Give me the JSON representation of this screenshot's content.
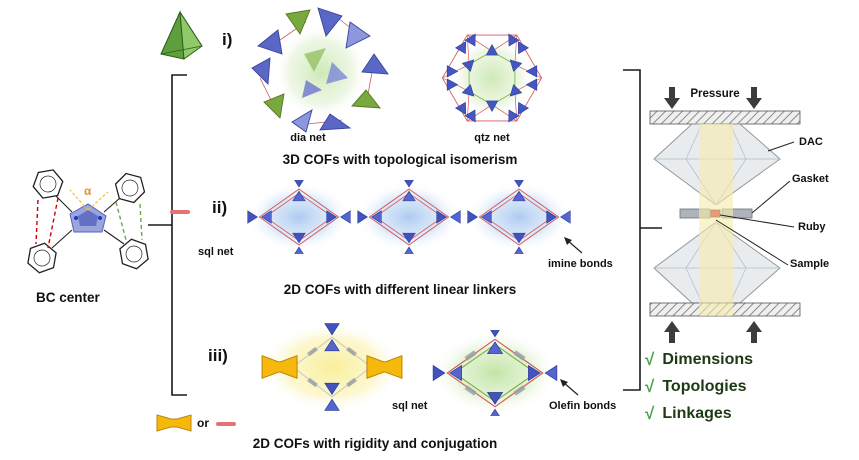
{
  "figure": {
    "bc": {
      "label": "BC center",
      "alpha": "α"
    },
    "row_i": {
      "label": "i)",
      "dia": "dia net",
      "qtz": "qtz net",
      "caption": "3D COFs with topological isomerism"
    },
    "row_ii": {
      "label": "ii)",
      "sql": "sql net",
      "imine": "imine bonds",
      "caption": "2D COFs with different linear linkers"
    },
    "row_iii": {
      "label": "iii)",
      "sql": "sql net",
      "olefin": "Olefin bonds",
      "or": "or",
      "caption": "2D COFs with rigidity and conjugation"
    },
    "dac": {
      "pressure": "Pressure",
      "labels": {
        "dac": "DAC",
        "gasket": "Gasket",
        "ruby": "Ruby",
        "sample": "Sample"
      }
    },
    "checks": [
      {
        "mark": "√",
        "label": "Dimensions"
      },
      {
        "mark": "√",
        "label": "Topologies"
      },
      {
        "mark": "√",
        "label": "Linkages"
      }
    ],
    "colors": {
      "accent_green": "#6aa84f",
      "accent_blue": "#4154bd",
      "accent_yellow": "#f6b80b",
      "accent_red": "#d45a5a",
      "check_green": "#43a047"
    }
  }
}
